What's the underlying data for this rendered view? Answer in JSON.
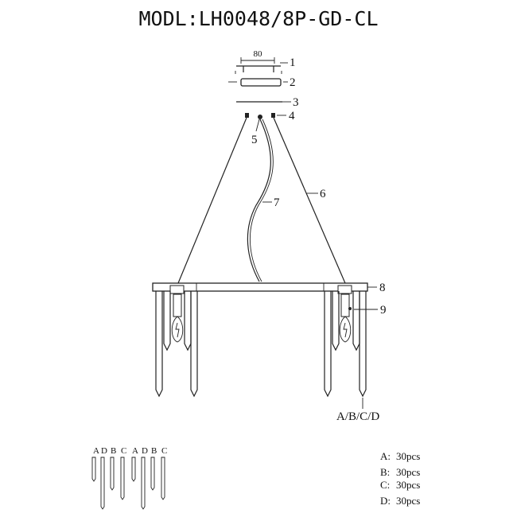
{
  "title": "MODL:LH0048/8P-GD-CL",
  "dimension_label": "80",
  "callouts": [
    "1",
    "2",
    "3",
    "4",
    "5",
    "6",
    "7",
    "8",
    "9"
  ],
  "crystal_callout": "A/B/C/D",
  "crystal_types": [
    "A",
    "D",
    "B",
    "C",
    "A",
    "D",
    "B",
    "C"
  ],
  "quantities": [
    {
      "label": "A:",
      "value": "30pcs"
    },
    {
      "label": "B:",
      "value": "30pcs"
    },
    {
      "label": "C:",
      "value": "30pcs"
    },
    {
      "label": "D:",
      "value": "30pcs"
    }
  ]
}
